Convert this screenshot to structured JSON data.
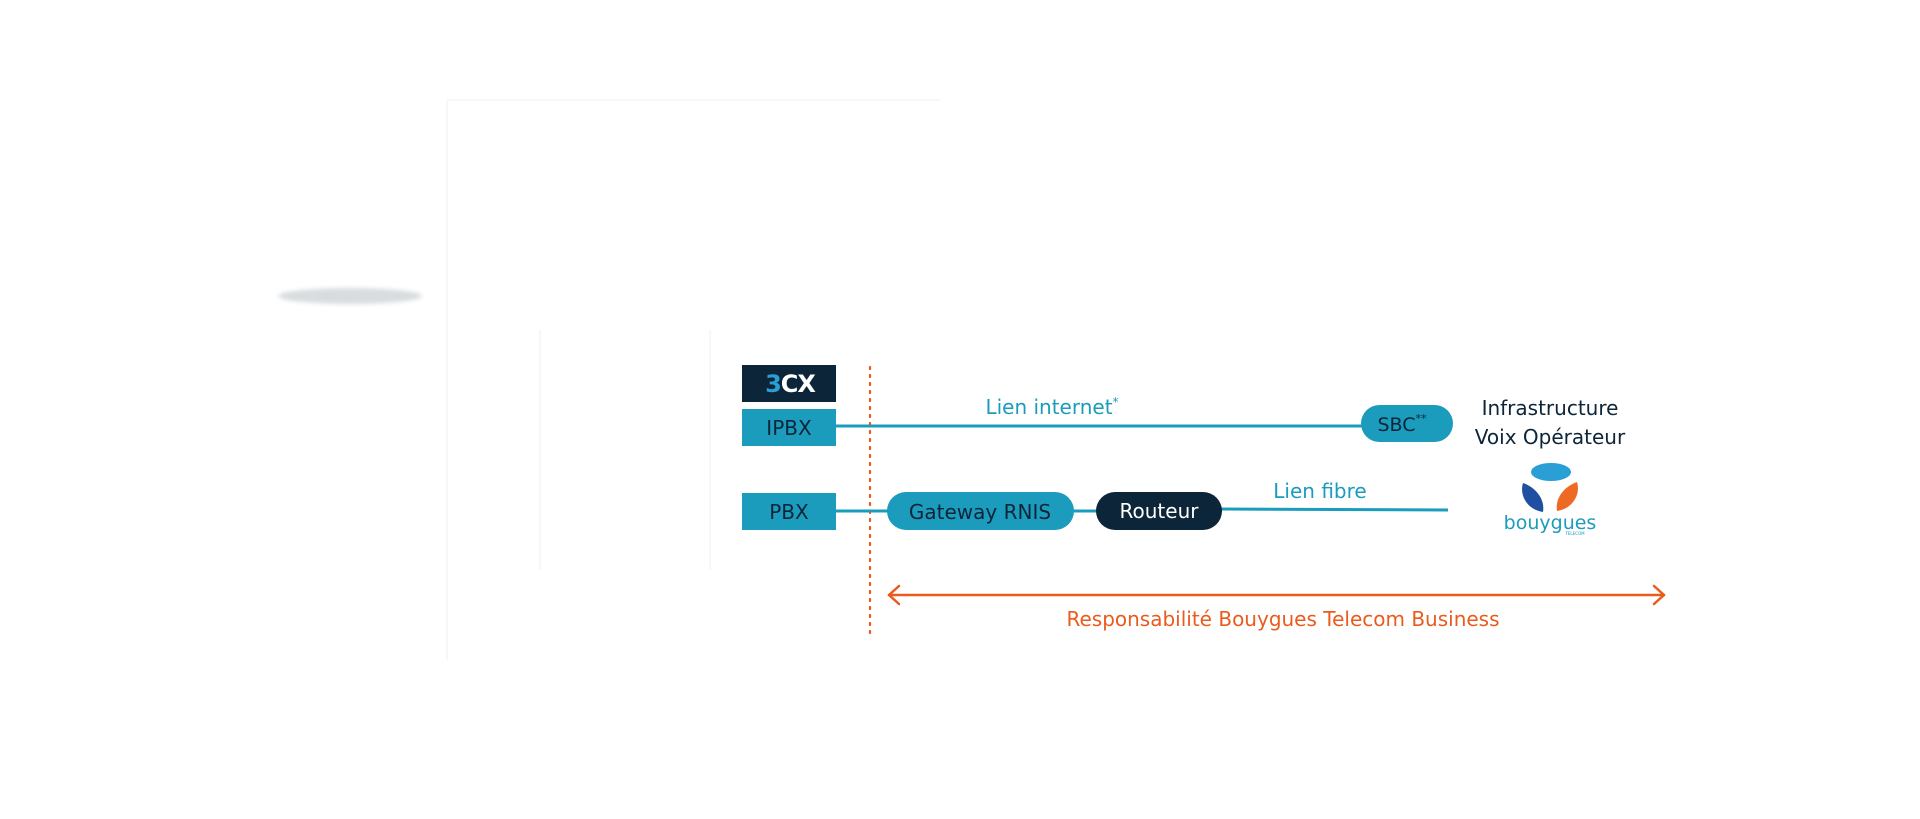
{
  "colors": {
    "teal": "#1b9cbd",
    "navy": "#0c2538",
    "orange": "#ea5b1c",
    "logo_blue": "#2a9fd6",
    "logo_orange": "#ee6a24",
    "logo_dark": "#1f4fa0"
  },
  "nodes": {
    "cx_logo_3": "3",
    "cx_logo_cx": "CX",
    "ipbx": "IPBX",
    "pbx": "PBX",
    "gateway": "Gateway RNIS",
    "router": "Routeur",
    "sbc": "SBC",
    "sbc_sup": "**"
  },
  "links": {
    "internet": "Lien internet",
    "internet_sup": "*",
    "fibre": "Lien fibre"
  },
  "operator": {
    "line1": "Infrastructure",
    "line2": "Voix Opérateur",
    "logo_text": "bouygues",
    "logo_sub": "TELECOM"
  },
  "responsibility": "Responsabilité Bouygues Telecom Business"
}
